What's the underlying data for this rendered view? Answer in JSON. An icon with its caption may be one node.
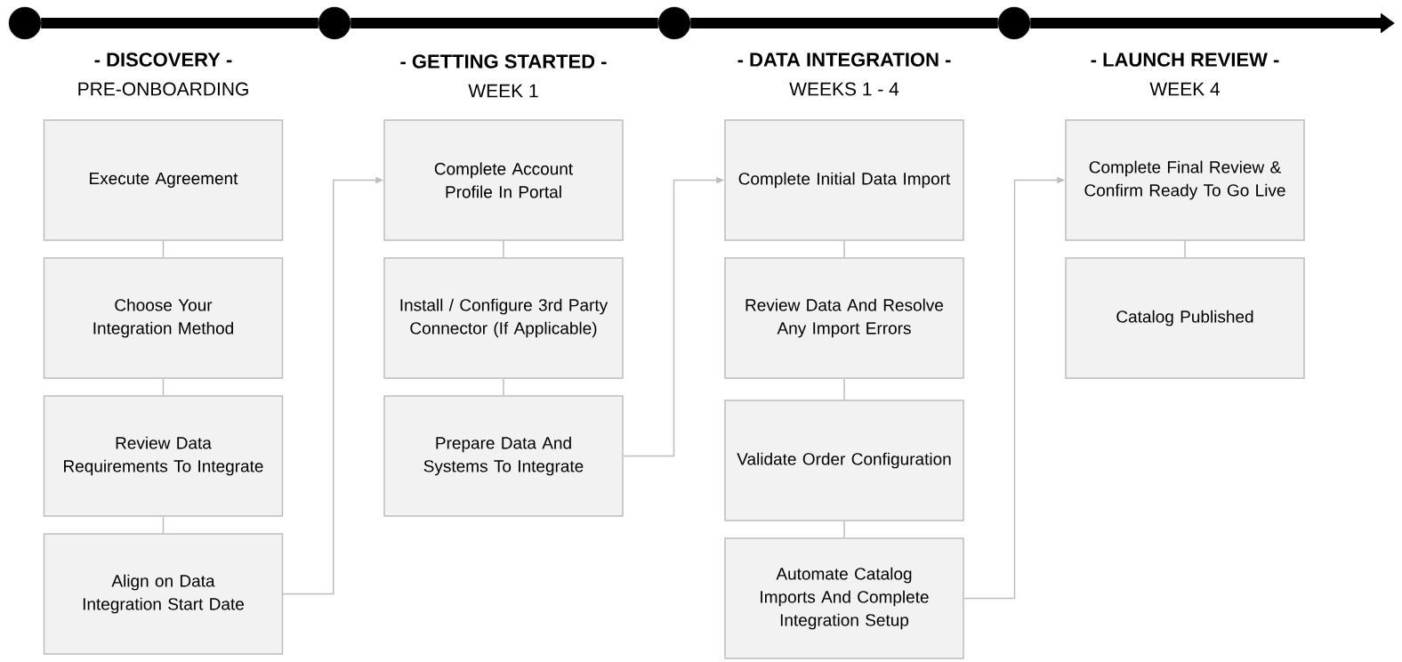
{
  "diagram": {
    "nodes": [
      {
        "text": [],
        "shape": "circle"
      },
      {
        "text": [],
        "shape": "circle"
      },
      {
        "text": [],
        "shape": "circle"
      },
      {
        "text": [],
        "shape": "circle"
      },
      {
        "text": [
          "Execute Agreement"
        ]
      },
      {
        "text": [
          "Choose Your Integration Method"
        ]
      },
      {
        "text": [
          "Review Data Requirements To Integrate"
        ]
      },
      {
        "text": [
          "Align on Data Integration Start Date"
        ]
      },
      {
        "text": [
          "Complete Account Profile In Portal"
        ]
      },
      {
        "text": [
          "Install / Configure 3rd Party Connector (If Applicable)"
        ]
      },
      {
        "text": [
          "Prepare Data And Systems To Integrate"
        ]
      },
      {
        "text": [
          "Complete Initial Data Import"
        ]
      },
      {
        "text": [
          "Review Data And Resolve Any Import Errors"
        ]
      },
      {
        "text": [
          "Validate Order Configuration"
        ]
      },
      {
        "text": [
          "Automate Catalog Imports And Complete Integration Setup"
        ]
      },
      {
        "text": [
          "Complete Final Review & Confirm Ready To Go Live"
        ]
      },
      {
        "text": [
          "Catalog Published"
        ]
      }
    ],
    "edges": [
      {
        "from": 0,
        "to": 1,
        "arrow": "none",
        "style": "thick",
        "color": "#000000"
      },
      {
        "from": 1,
        "to": 2,
        "arrow": "none",
        "style": "thick",
        "color": "#000000"
      },
      {
        "from": 2,
        "to": 3,
        "arrow": "none",
        "style": "thick",
        "color": "#000000"
      },
      {
        "from": 3,
        "to": null,
        "arrow": "to",
        "style": "thick",
        "color": "#000000"
      },
      {
        "from": 4,
        "to": 5,
        "arrow": "none"
      },
      {
        "from": 5,
        "to": 6,
        "arrow": "none"
      },
      {
        "from": 6,
        "to": 7,
        "arrow": "none"
      },
      {
        "from": 7,
        "to": 8,
        "arrow": "to"
      },
      {
        "from": 8,
        "to": 9,
        "arrow": "none"
      },
      {
        "from": 9,
        "to": 10,
        "arrow": "none"
      },
      {
        "from": 10,
        "to": 11,
        "arrow": "to"
      },
      {
        "from": 11,
        "to": 12,
        "arrow": "none"
      },
      {
        "from": 12,
        "to": 13,
        "arrow": "none"
      },
      {
        "from": 13,
        "to": 14,
        "arrow": "none"
      },
      {
        "from": 14,
        "to": 15,
        "arrow": "to"
      },
      {
        "from": 15,
        "to": 16,
        "arrow": "none"
      }
    ],
    "labels": [
      "- DISCOVERY -",
      "PRE-ONBOARDING",
      "- GETTING STARTED -",
      "WEEK 1",
      "- DATA INTEGRATION -",
      "WEEKS 1 - 4",
      "- LAUNCH REVIEW -",
      "WEEK 4"
    ]
  }
}
